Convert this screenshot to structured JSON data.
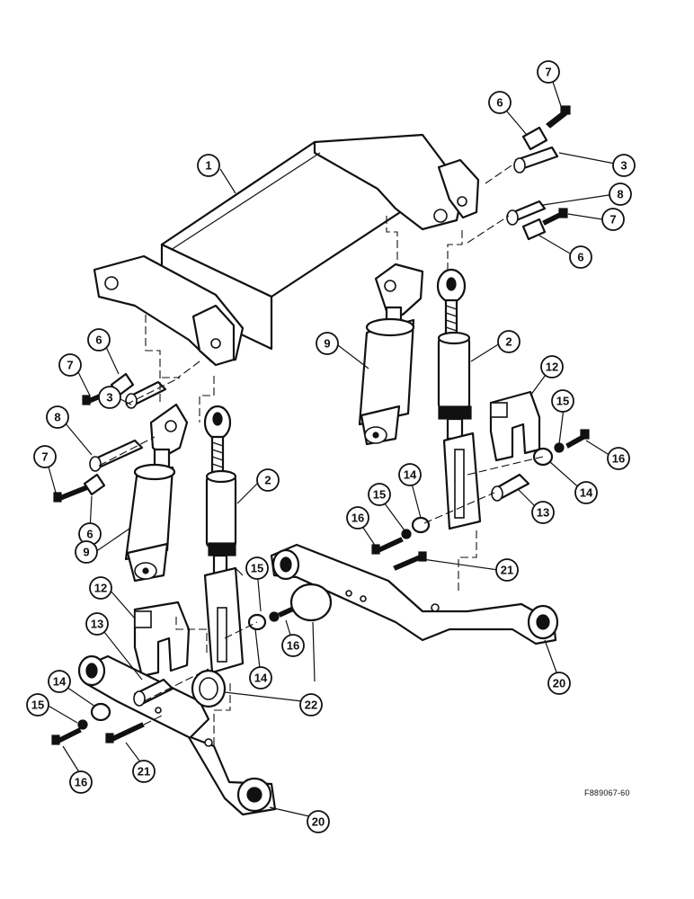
{
  "figure": {
    "code": "F889067-60"
  },
  "callouts": [
    {
      "id": "c1",
      "label": "1"
    },
    {
      "id": "c3a",
      "label": "3"
    },
    {
      "id": "c6a",
      "label": "6"
    },
    {
      "id": "c7a",
      "label": "7"
    },
    {
      "id": "c8a",
      "label": "8"
    },
    {
      "id": "c7b",
      "label": "7"
    },
    {
      "id": "c6b",
      "label": "6"
    },
    {
      "id": "c2a",
      "label": "2"
    },
    {
      "id": "c9a",
      "label": "9"
    },
    {
      "id": "c12a",
      "label": "12"
    },
    {
      "id": "c15a",
      "label": "15"
    },
    {
      "id": "c16a",
      "label": "16"
    },
    {
      "id": "c14a",
      "label": "14"
    },
    {
      "id": "c13a",
      "label": "13"
    },
    {
      "id": "c14b",
      "label": "14"
    },
    {
      "id": "c15b",
      "label": "15"
    },
    {
      "id": "c16b",
      "label": "16"
    },
    {
      "id": "c21a",
      "label": "21"
    },
    {
      "id": "c20a",
      "label": "20"
    },
    {
      "id": "c6c",
      "label": "6"
    },
    {
      "id": "c7c",
      "label": "7"
    },
    {
      "id": "c3b",
      "label": "3"
    },
    {
      "id": "c8b",
      "label": "8"
    },
    {
      "id": "c7d",
      "label": "7"
    },
    {
      "id": "c6d",
      "label": "6"
    },
    {
      "id": "c9b",
      "label": "9"
    },
    {
      "id": "c2b",
      "label": "2"
    },
    {
      "id": "c12b",
      "label": "12"
    },
    {
      "id": "c15c",
      "label": "15"
    },
    {
      "id": "c16c",
      "label": "16"
    },
    {
      "id": "c14c",
      "label": "14"
    },
    {
      "id": "c13b",
      "label": "13"
    },
    {
      "id": "c14d",
      "label": "14"
    },
    {
      "id": "c15d",
      "label": "15"
    },
    {
      "id": "c22",
      "label": "22"
    },
    {
      "id": "c16d",
      "label": "16"
    },
    {
      "id": "c21b",
      "label": "21"
    },
    {
      "id": "c20b",
      "label": "20"
    }
  ]
}
